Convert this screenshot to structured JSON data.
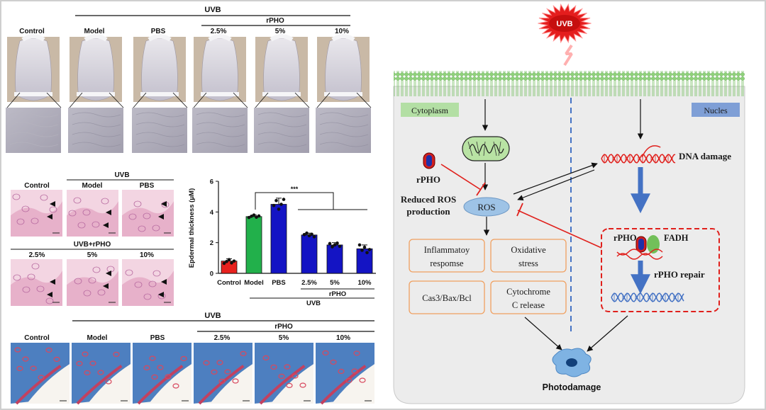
{
  "photo_panel": {
    "group_uvb": "UVB",
    "group_rpho": "rPHO",
    "labels": [
      "Control",
      "Model",
      "PBS",
      "2.5%",
      "5%",
      "10%"
    ]
  },
  "he_panel": {
    "uvb": "UVB",
    "top_labels": [
      "Control",
      "Model",
      "PBS"
    ],
    "uvb_rpho": "UVB+rPHO",
    "bottom_labels": [
      "2.5%",
      "5%",
      "10%"
    ]
  },
  "chart_data": {
    "type": "bar",
    "categories": [
      "Control",
      "Model",
      "PBS",
      "2.5%",
      "5%",
      "10%"
    ],
    "values": [
      0.8,
      3.7,
      4.5,
      2.5,
      1.85,
      1.6
    ],
    "errors": [
      0.15,
      0.1,
      0.4,
      0.12,
      0.15,
      0.25
    ],
    "colors": [
      "#e8211e",
      "#22b04b",
      "#1414c4",
      "#1414c4",
      "#1414c4",
      "#1414c4"
    ],
    "ylabel": "Epdermal thickness (μM)",
    "ylim": [
      0,
      6
    ],
    "yticks": [
      0,
      2,
      4,
      6
    ],
    "significance": "***",
    "group_rpho": "rPHO",
    "group_uvb": "UVB"
  },
  "mt_panel": {
    "uvb": "UVB",
    "rpho": "rPHO",
    "labels": [
      "Control",
      "Model",
      "PBS",
      "2.5%",
      "5%",
      "10%"
    ]
  },
  "mechanism": {
    "uvb": "UVB",
    "cytoplasm": "Cytoplasm",
    "nucleus": "Nucles",
    "dna_damage": "DNA damage",
    "rpho": "rPHO",
    "reduced_line1": "Reduced ROS",
    "reduced_line2": "production",
    "ros": "ROS",
    "box1_line1": "Inflammatoy",
    "box1_line2": "respomse",
    "box2_line1": "Oxidative",
    "box2_line2": "stress",
    "box3": "Cas3/Bax/Bcl",
    "box4_line1": "Cytochrome",
    "box4_line2": "C release",
    "repair_rpho": "rPHO",
    "fadh": "FADH",
    "repair": "rPHO repair",
    "outcome": "Photodamage",
    "colors": {
      "membrane": "#8fd27a",
      "cell": "#ececec",
      "ros": "#9ec3e6",
      "repair_border": "#e0201c",
      "flow_arrow": "#4472c4",
      "box_border": "#f0a060"
    }
  }
}
